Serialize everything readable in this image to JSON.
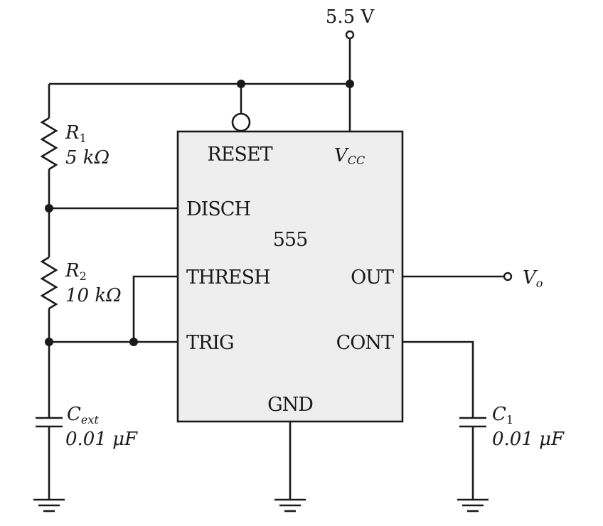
{
  "supply": {
    "label": "5.5 V"
  },
  "chip": {
    "name": "555",
    "pins": {
      "reset": "RESET",
      "vcc": "V",
      "vcc_sub": "CC",
      "disch": "DISCH",
      "thresh": "THRESH",
      "trig": "TRIG",
      "out": "OUT",
      "cont": "CONT",
      "gnd": "GND"
    }
  },
  "components": {
    "r1": {
      "symbol": "R",
      "index": "1",
      "value": "5 kΩ"
    },
    "r2": {
      "symbol": "R",
      "index": "2",
      "value": "10 kΩ"
    },
    "cext": {
      "symbol": "C",
      "index": "ext",
      "value": "0.01 μF"
    },
    "c1": {
      "symbol": "C",
      "index": "1",
      "value": "0.01 μF"
    }
  },
  "output": {
    "symbol": "V",
    "index": "o"
  },
  "colors": {
    "chip_fill": "#eeeeee",
    "line": "#1a1a1a"
  }
}
